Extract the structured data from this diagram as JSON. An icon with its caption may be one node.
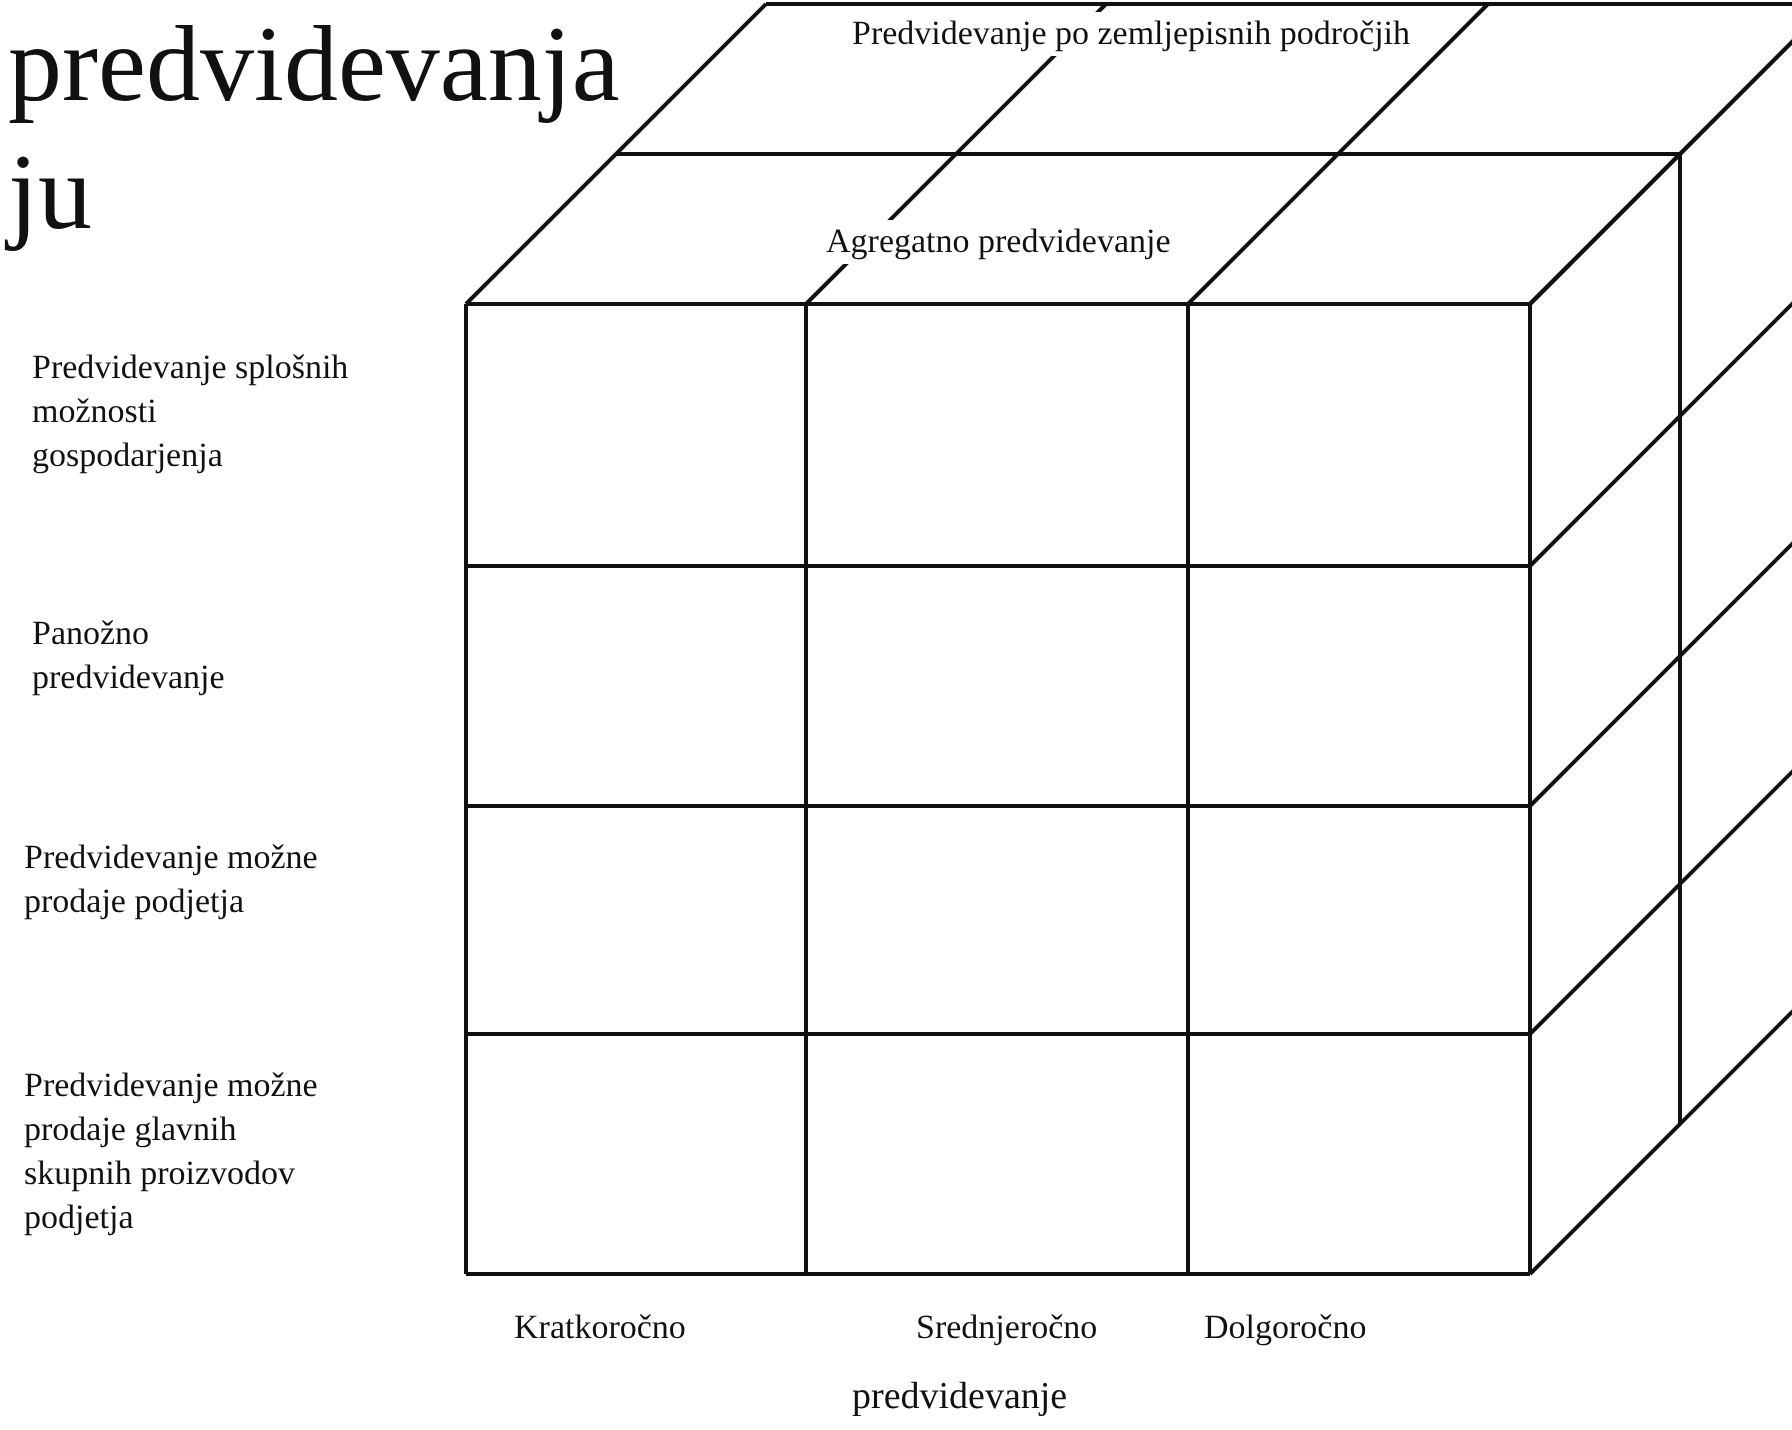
{
  "diagram": {
    "title": "predvidevanja ju",
    "labels": [
      "Predvidevanje po zemljepisnih področjih",
      "Agregatno predvidevanje",
      "Predvidevanje splošnih možnosti gospodarjenja",
      "Panožno predvidevanje",
      "Predvidevanje možne prodaje podjetja",
      "Predvidevanje možne prodaje glavnih skupnih proizvodov podjetja",
      "Kratkoročno",
      "Srednjeročno",
      "Dolgoročno",
      "predvidevanje"
    ]
  }
}
